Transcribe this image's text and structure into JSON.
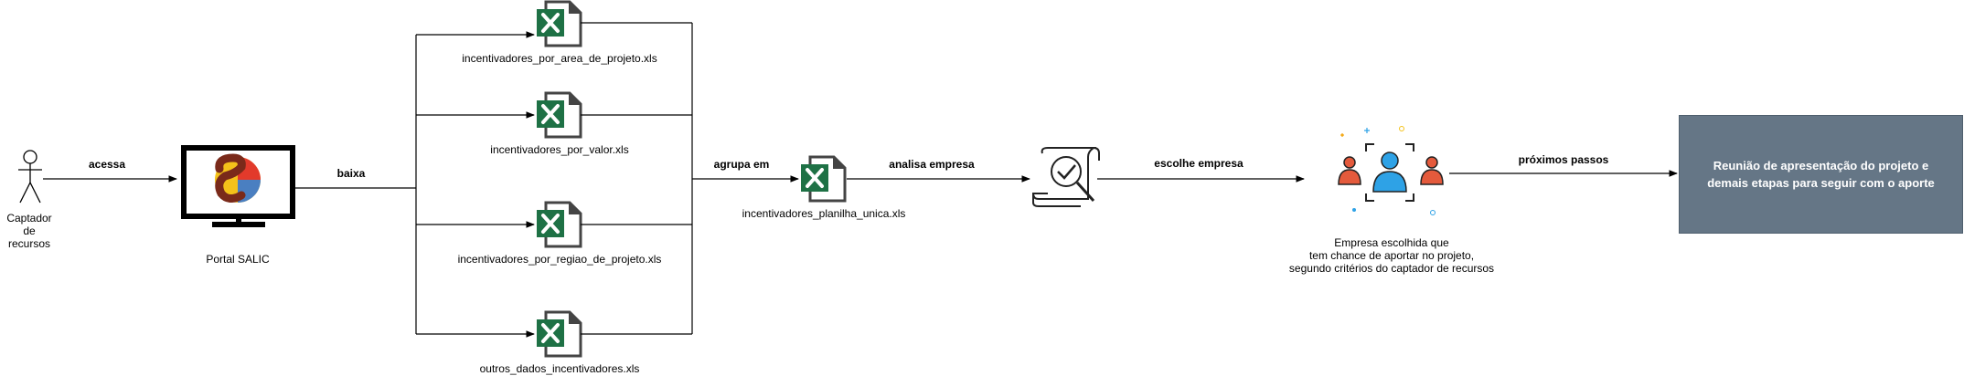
{
  "actors": {
    "captador": "Captador\nde recursos"
  },
  "portal": {
    "label": "Portal SALIC"
  },
  "files": [
    "incentivadores_por_area_de_projeto.xls",
    "incentivadores_por_valor.xls",
    "incentivadores_por_regiao_de_projeto.xls",
    "outros_dados_incentivadores.xls"
  ],
  "merged_file": "incentivadores_planilha_unica.xls",
  "edges": {
    "acessa": "acessa",
    "baixa": "baixa",
    "agrupa_em": "agrupa em",
    "analisa": "analisa empresa",
    "escolhe": "escolhe empresa",
    "proximos": "próximos passos"
  },
  "company_note": "Empresa escolhida que\ntem chance de aportar no projeto,\nsegundo critérios do captador de recursos",
  "final_step": "Reunião de apresentação do projeto e demais etapas para seguir com o aporte",
  "colors": {
    "excel_green": "#1e7145",
    "final_box": "#657686",
    "person_red": "#e45a3c",
    "person_blue": "#2ea2e6"
  },
  "icons": [
    "person-icon",
    "monitor-icon",
    "salic-logo-icon",
    "excel-file-icon",
    "document-search-icon",
    "team-selection-icon"
  ]
}
